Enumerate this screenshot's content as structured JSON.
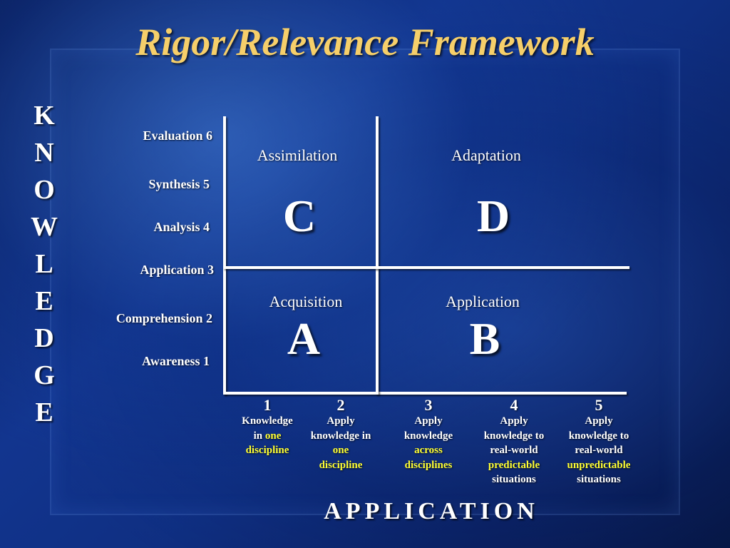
{
  "title": "Rigor/Relevance Framework",
  "knowledge_axis": {
    "letters": [
      "K",
      "N",
      "O",
      "W",
      "L",
      "E",
      "D",
      "G",
      "E"
    ]
  },
  "knowledge_levels": [
    {
      "label": "Evaluation   6"
    },
    {
      "label": "Synthesis  5"
    },
    {
      "label": "Analysis  4"
    },
    {
      "label": "Application  3"
    },
    {
      "label": "Comprehension  2"
    },
    {
      "label": "Awareness   1"
    }
  ],
  "quadrants": {
    "c": {
      "name": "Assimilation",
      "letter": "C"
    },
    "d": {
      "name": "Adaptation",
      "letter": "D"
    },
    "a": {
      "name": "Acquisition",
      "letter": "A"
    },
    "b": {
      "name": "Application",
      "letter": "B"
    }
  },
  "application_levels": [
    {
      "number": "1",
      "lines": [
        [
          "Knowledge"
        ],
        [
          "in ",
          {
            "hl": "one"
          }
        ],
        [
          {
            "hl": "discipline"
          }
        ]
      ]
    },
    {
      "number": "2",
      "lines": [
        [
          "Apply"
        ],
        [
          "knowledge in"
        ],
        [
          {
            "hl": "one"
          }
        ],
        [
          {
            "hl": "discipline"
          }
        ]
      ]
    },
    {
      "number": "3",
      "lines": [
        [
          "Apply"
        ],
        [
          "knowledge"
        ],
        [
          {
            "hl": "across"
          }
        ],
        [
          {
            "hl": "disciplines"
          }
        ]
      ]
    },
    {
      "number": "4",
      "lines": [
        [
          "Apply"
        ],
        [
          "knowledge to"
        ],
        [
          "real-world"
        ],
        [
          {
            "hl": "predictable"
          }
        ],
        [
          "situations"
        ]
      ]
    },
    {
      "number": "5",
      "lines": [
        [
          "Apply"
        ],
        [
          "knowledge to"
        ],
        [
          "real-world"
        ],
        [
          {
            "hl": "unpredictable"
          }
        ],
        [
          "situations"
        ]
      ]
    }
  ],
  "application_axis": {
    "label": "APPLICATION"
  },
  "colors": {
    "title": "#f6cf6a",
    "highlight": "#ffff33",
    "text": "#ffffff",
    "background": "#12358f"
  }
}
